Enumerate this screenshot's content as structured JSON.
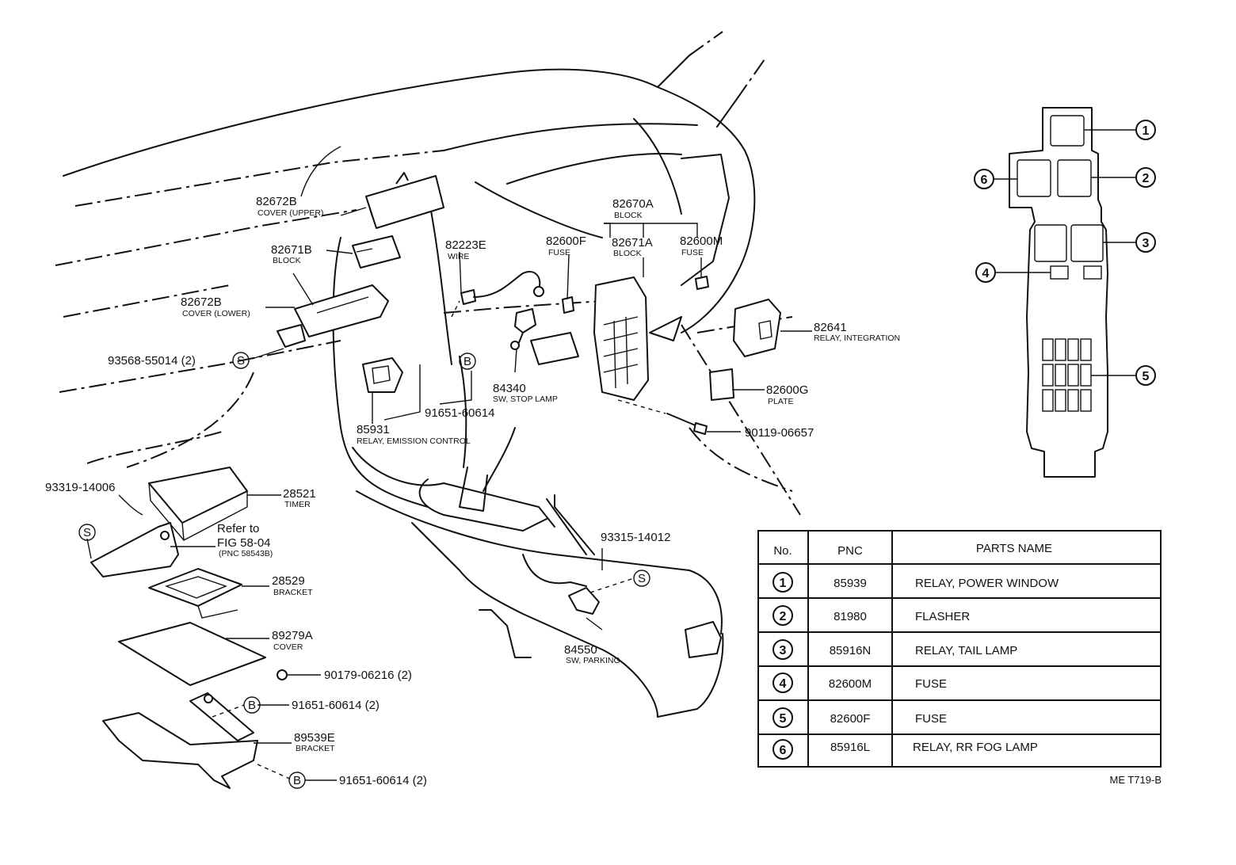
{
  "diagram_code": "ME T719-B",
  "callout_labels": [
    {
      "pnc": "82672B",
      "desc": "COVER (UPPER)"
    },
    {
      "pnc": "82671B",
      "desc": "BLOCK"
    },
    {
      "pnc": "82672B",
      "desc": "COVER (LOWER)"
    },
    {
      "pnc": "93568-55014 (2)",
      "desc": ""
    },
    {
      "pnc": "82223E",
      "desc": "WIRE"
    },
    {
      "pnc": "82600F",
      "desc": "FUSE"
    },
    {
      "pnc": "82670A",
      "desc": "BLOCK"
    },
    {
      "pnc": "82671A",
      "desc": "BLOCK"
    },
    {
      "pnc": "82600M",
      "desc": "FUSE"
    },
    {
      "pnc": "82641",
      "desc": "RELAY, INTEGRATION"
    },
    {
      "pnc": "82600G",
      "desc": "PLATE"
    },
    {
      "pnc": "90119-06657",
      "desc": ""
    },
    {
      "pnc": "84340",
      "desc": "SW, STOP LAMP"
    },
    {
      "pnc": "91651-60614",
      "desc": ""
    },
    {
      "pnc": "85931",
      "desc": "RELAY, EMISSION CONTROL"
    },
    {
      "pnc": "93319-14006",
      "desc": ""
    },
    {
      "pnc": "28521",
      "desc": "TIMER"
    },
    {
      "pnc": "28529",
      "desc": "BRACKET"
    },
    {
      "pnc": "89279A",
      "desc": "COVER"
    },
    {
      "pnc": "90179-06216 (2)",
      "desc": ""
    },
    {
      "pnc": "91651-60614 (2)",
      "desc": ""
    },
    {
      "pnc": "89539E",
      "desc": "BRACKET"
    },
    {
      "pnc": "91651-60614 (2)",
      "desc": ""
    },
    {
      "pnc": "93315-14012",
      "desc": ""
    },
    {
      "pnc": "84550",
      "desc": "SW, PARKING"
    }
  ],
  "refer_note": {
    "line1": "Refer to",
    "line2": "FIG 58-04",
    "line3": "(PNC 58543B)"
  },
  "symbols": {
    "s": "S",
    "b": "B"
  },
  "relay_box_markers": [
    "1",
    "2",
    "3",
    "4",
    "5",
    "6"
  ],
  "parts_table": {
    "headers": [
      "No.",
      "PNC",
      "PARTS NAME"
    ],
    "rows": [
      {
        "no": "1",
        "pnc": "85939",
        "name": "RELAY, POWER WINDOW"
      },
      {
        "no": "2",
        "pnc": "81980",
        "name": "FLASHER"
      },
      {
        "no": "3",
        "pnc": "85916N",
        "name": "RELAY, TAIL LAMP"
      },
      {
        "no": "4",
        "pnc": "82600M",
        "name": "FUSE"
      },
      {
        "no": "5",
        "pnc": "82600F",
        "name": "FUSE"
      },
      {
        "no": "6",
        "pnc": "85916L",
        "name": "RELAY, RR FOG LAMP"
      }
    ]
  }
}
